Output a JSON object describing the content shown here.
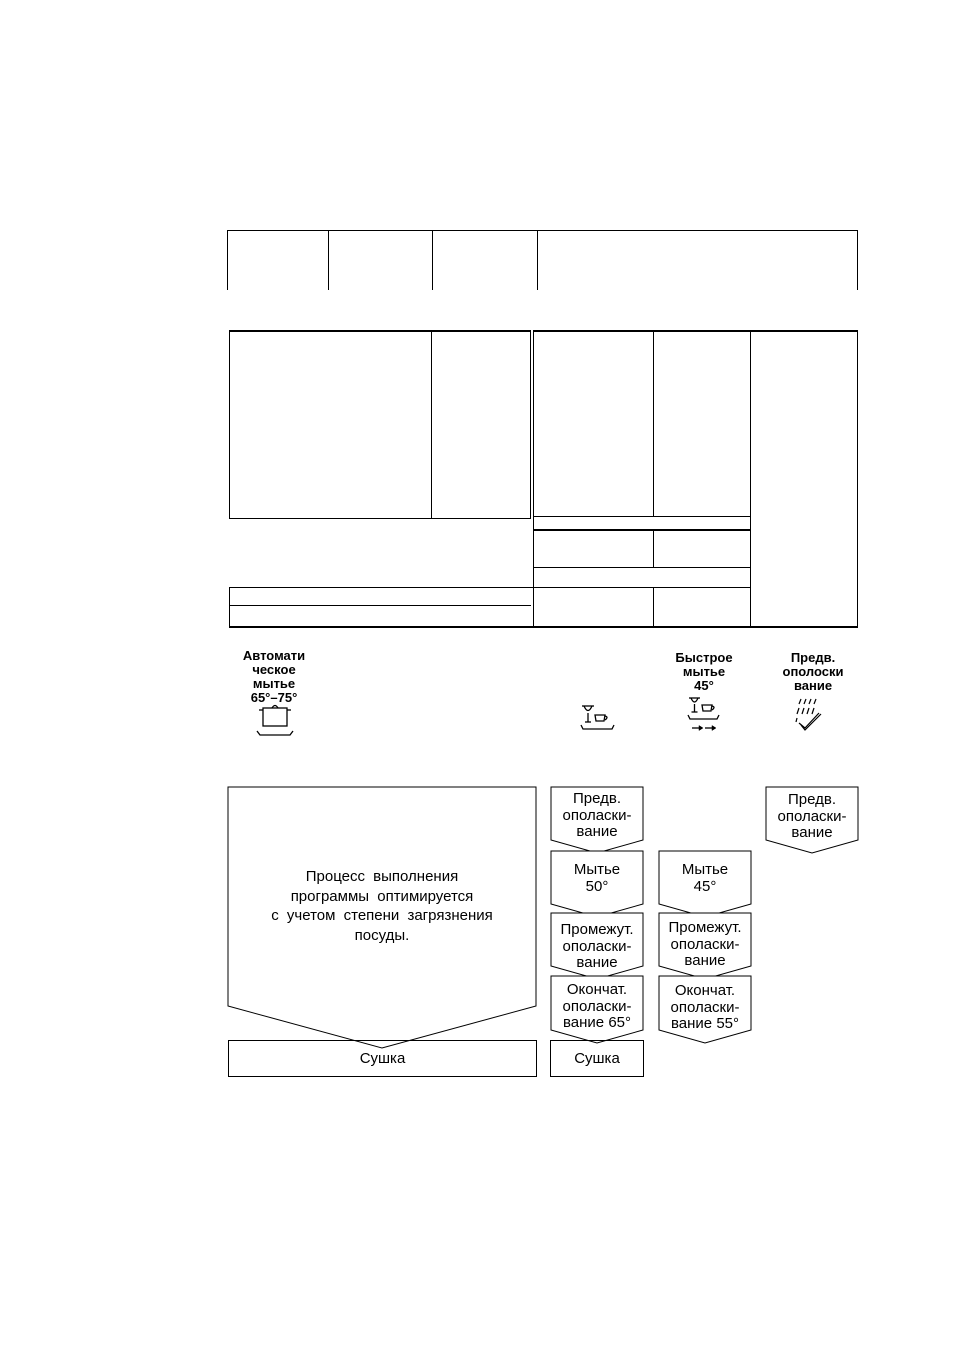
{
  "programs": [
    {
      "id": "auto",
      "title": "Автомати\nческое\nмытье\n65°–75°",
      "icon": "pot-icon"
    },
    {
      "id": "normal",
      "title": "",
      "icon": "dishes-icon"
    },
    {
      "id": "quick",
      "title": "Быстрое\nмытье\n45°",
      "icon": "quick-wash-icon"
    },
    {
      "id": "prerinse",
      "title": "Предв.\nополоски\nвание",
      "icon": "spray-icon"
    }
  ],
  "auto_process_text": "Процесс выполнения\nпрограммы оптимируется\nс учетом степени загрязнения\nпосуды.",
  "columns": {
    "auto": {
      "drying": "Сушка"
    },
    "normal": {
      "steps": [
        "Предв.\nополаски-\nвание",
        "Мытье\n50°",
        "Промежут.\nополаски-\nвание",
        "Окончат.\nополаски-\nвание 65°"
      ],
      "drying": "Сушка"
    },
    "quick": {
      "steps": [
        "Мытье\n45°",
        "Промежут.\nополаски-\nвание",
        "Окончат.\nополаски-\nвание 55°"
      ]
    },
    "prerinse": {
      "steps": [
        "Предв.\nополаски-\nвание"
      ]
    }
  }
}
